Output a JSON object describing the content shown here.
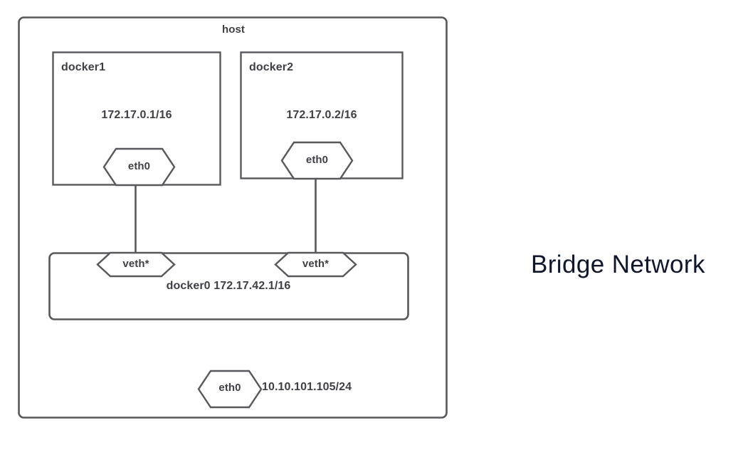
{
  "diagram": {
    "type": "network-topology",
    "caption": "Bridge Network",
    "host": {
      "label": "host",
      "interface": {
        "name": "eth0",
        "ip": "10.10.101.105/24"
      },
      "containers": [
        {
          "name": "docker1",
          "ip": "172.17.0.1/16",
          "interface": "eth0",
          "peer": "veth*"
        },
        {
          "name": "docker2",
          "ip": "172.17.0.2/16",
          "interface": "eth0",
          "peer": "veth*"
        }
      ],
      "bridge": {
        "label": "docker0 172.17.42.1/16",
        "name": "docker0",
        "ip": "172.17.42.1/16",
        "ports": [
          "veth*",
          "veth*"
        ]
      }
    },
    "colors": {
      "stroke": "#58585c",
      "text": "#3f3f46",
      "caption_text": "#10172a",
      "background": "#ffffff"
    }
  }
}
